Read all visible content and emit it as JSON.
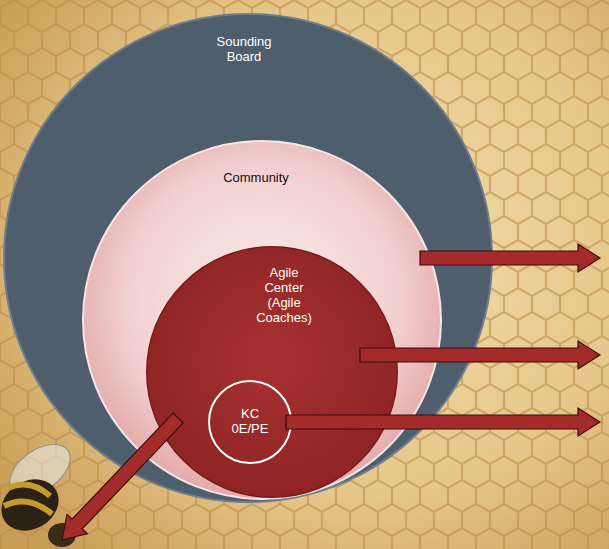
{
  "diagram": {
    "nodes": [
      {
        "text": [
          "Sounding Board"
        ]
      },
      {
        "text": [
          "Community"
        ],
        "in": 0
      },
      {
        "text": [
          "Agile Center (Agile Coaches)"
        ],
        "in": 1
      },
      {
        "text": [
          "KC 0E/PE"
        ],
        "in": 2
      }
    ]
  }
}
